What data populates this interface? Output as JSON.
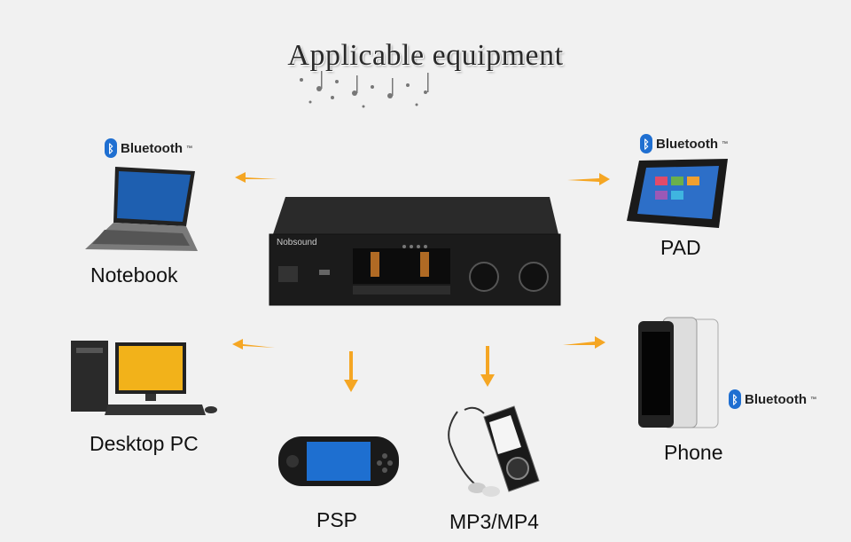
{
  "title": "Applicable equipment",
  "device_brand": "Nobsound",
  "bluetooth_label": "Bluetooth",
  "devices": {
    "notebook": "Notebook",
    "pad": "PAD",
    "desktop": "Desktop PC",
    "phone": "Phone",
    "psp": "PSP",
    "mp3": "MP3/MP4"
  },
  "colors": {
    "arrow": "#f5a623",
    "bluetooth": "#1f6fd1",
    "amplifier": "#1b1b1b"
  },
  "icons": [
    "bluetooth-icon",
    "arrow-icon",
    "music-notes-icon"
  ]
}
